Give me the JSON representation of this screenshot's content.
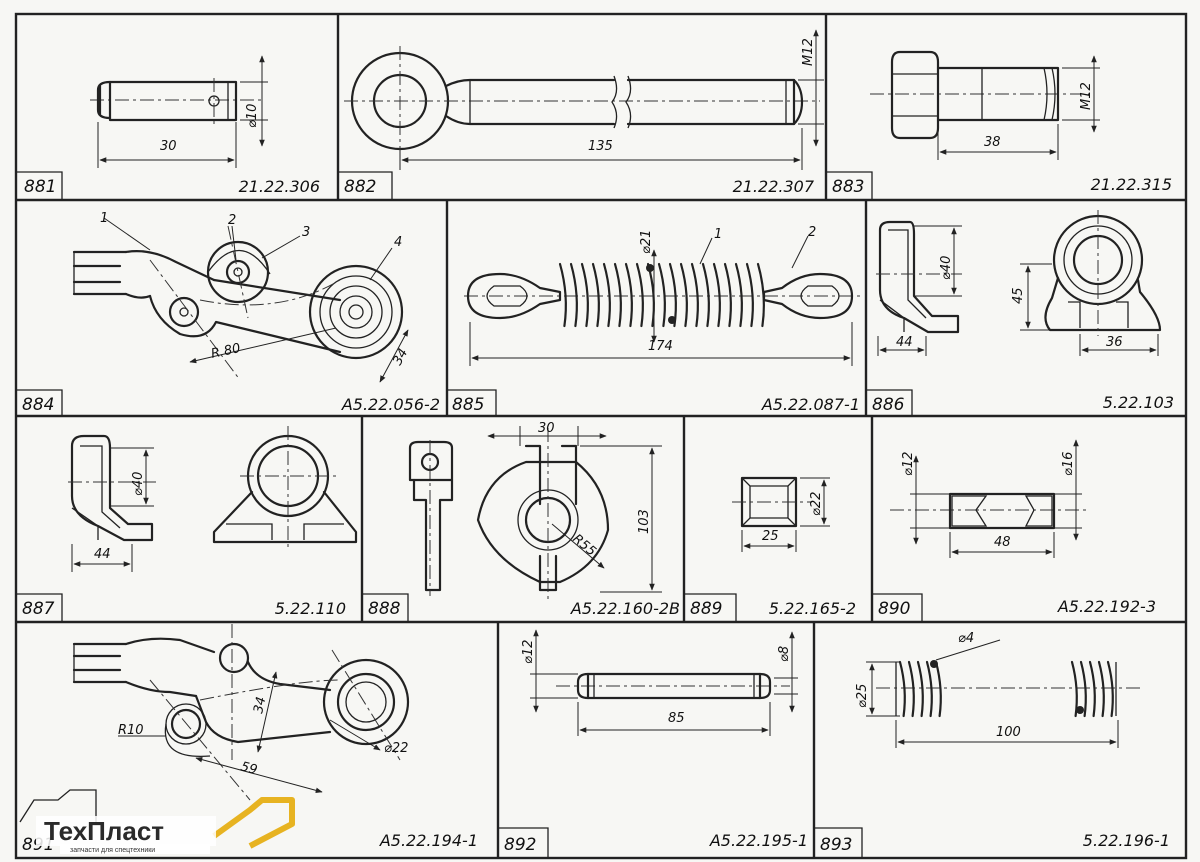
{
  "cells": [
    {
      "num": "881",
      "code": "21.22.306",
      "dims": {
        "len": "30",
        "dia": "⌀10"
      }
    },
    {
      "num": "882",
      "code": "21.22.307",
      "dims": {
        "len": "135",
        "thread": "M12"
      }
    },
    {
      "num": "883",
      "code": "21.22.315",
      "dims": {
        "len": "38",
        "thread": "M12"
      }
    },
    {
      "num": "884",
      "code": "A5.22.056-2",
      "dims": {
        "radius": "R 80",
        "w": "34",
        "c1": "1",
        "c2": "2",
        "c3": "3",
        "c4": "4"
      }
    },
    {
      "num": "885",
      "code": "A5.22.087-1",
      "dims": {
        "len": "174",
        "dia": "⌀21",
        "c1": "1",
        "c2": "2"
      }
    },
    {
      "num": "886",
      "code": "5.22.103",
      "dims": {
        "dia": "⌀40",
        "h": "45",
        "w1": "44",
        "w2": "36"
      }
    },
    {
      "num": "887",
      "code": "5.22.110",
      "dims": {
        "dia": "⌀40",
        "w": "44"
      }
    },
    {
      "num": "888",
      "code": "A5.22.160-2B",
      "dims": {
        "w": "30",
        "h": "103",
        "radius": "R55"
      }
    },
    {
      "num": "889",
      "code": "5.22.165-2",
      "dims": {
        "len": "25",
        "dia": "⌀22"
      }
    },
    {
      "num": "890",
      "code": "A5.22.192-3",
      "dims": {
        "d1": "⌀12",
        "d2": "⌀16",
        "len": "48"
      }
    },
    {
      "num": "891",
      "code": "A5.22.194-1",
      "dims": {
        "radius": "R10",
        "a": "34",
        "b": "59",
        "dia": "⌀22"
      }
    },
    {
      "num": "892",
      "code": "A5.22.195-1",
      "dims": {
        "d1": "⌀12",
        "d2": "⌀8",
        "len": "85"
      }
    },
    {
      "num": "893",
      "code": "5.22.196-1",
      "dims": {
        "wire": "⌀4",
        "dia": "⌀25",
        "len": "100"
      }
    }
  ],
  "logo": {
    "name": "ТехПласт",
    "tagline": "запчасти для спецтехники"
  }
}
